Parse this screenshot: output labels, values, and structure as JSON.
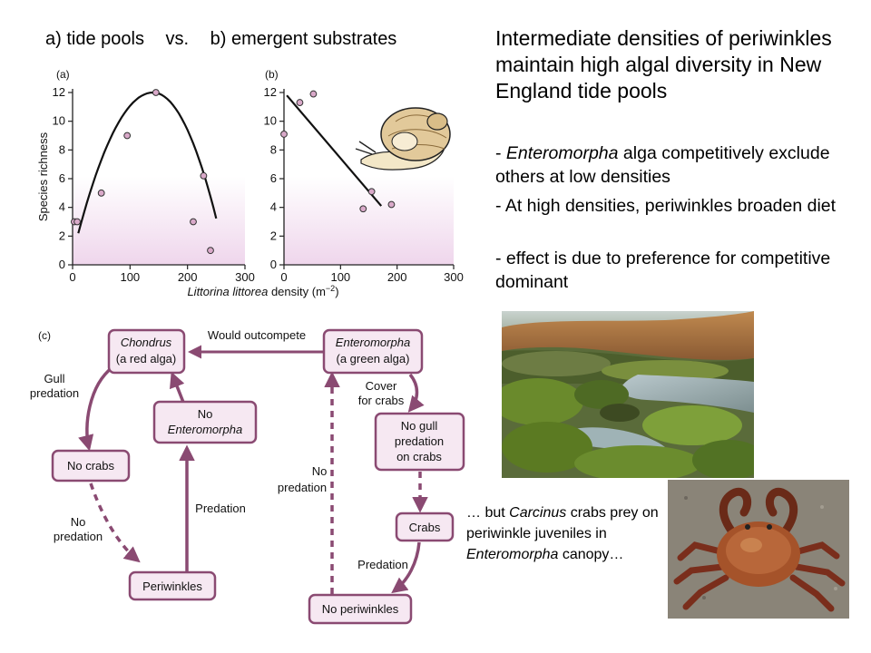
{
  "header": {
    "label_a": "a) tide pools",
    "vs": "vs.",
    "label_b": "b) emergent substrates"
  },
  "main_title": "Intermediate densities of periwinkles maintain high algal diversity in New England tide pools",
  "bullets": [
    {
      "prefix": "- ",
      "italic": "Enteromorpha",
      "rest": " alga competitively exclude others at low densities"
    },
    {
      "prefix": "",
      "italic": "",
      "rest": "- At high densities, periwinkles broaden diet"
    },
    {
      "prefix": "",
      "italic": "",
      "rest": "- effect is due to preference for competitive dominant"
    }
  ],
  "chart_data": [
    {
      "type": "scatter",
      "panel": "(a)",
      "ylabel": "Species richness",
      "xlim": [
        0,
        300
      ],
      "ylim": [
        0,
        12
      ],
      "x_ticks": [
        "0",
        "100",
        "200",
        "300"
      ],
      "y_ticks": [
        "0",
        "2",
        "4",
        "6",
        "8",
        "10",
        "12"
      ],
      "points": [
        [
          3,
          3
        ],
        [
          8,
          3
        ],
        [
          50,
          5
        ],
        [
          95,
          9
        ],
        [
          145,
          12
        ],
        [
          210,
          3
        ],
        [
          228,
          6.2
        ],
        [
          240,
          1
        ]
      ],
      "fit": "hump-shaped curve"
    },
    {
      "type": "scatter",
      "panel": "(b)",
      "xlim": [
        0,
        300
      ],
      "ylim": [
        0,
        12
      ],
      "x_ticks": [
        "0",
        "100",
        "200",
        "300"
      ],
      "y_ticks": [
        "0",
        "2",
        "4",
        "6",
        "8",
        "10",
        "12"
      ],
      "points": [
        [
          0,
          9.1
        ],
        [
          28,
          11.3
        ],
        [
          52,
          11.9
        ],
        [
          140,
          3.9
        ],
        [
          155,
          5.1
        ],
        [
          190,
          4.2
        ]
      ],
      "fit": "decreasing line"
    }
  ],
  "shared_xlabel_italic": "Littorina littorea",
  "shared_xlabel_rest": " density (m",
  "shared_xlabel_sup": "−2",
  "shared_xlabel_end": ")",
  "flow": {
    "panel": "(c)",
    "nodes": {
      "chondrus": {
        "line1": "Chondrus",
        "line2": "(a red alga)"
      },
      "enteromorpha": {
        "line1": "Enteromorpha",
        "line2": "(a green alga)"
      },
      "no_enteromorpha": {
        "line1": "No",
        "line2": "Enteromorpha"
      },
      "no_crabs": {
        "line1": "No crabs"
      },
      "no_gull": {
        "line1": "No gull",
        "line2": "predation",
        "line3": "on crabs"
      },
      "crabs": {
        "line1": "Crabs"
      },
      "periwinkles": {
        "line1": "Periwinkles"
      },
      "no_periwinkles": {
        "line1": "No periwinkles"
      }
    },
    "edges": {
      "would_outcompete": "Would outcompete",
      "gull_1": "Gull",
      "gull_2": "predation",
      "cover_1": "Cover",
      "cover_2": "for crabs",
      "no_pred_left_1": "No",
      "no_pred_left_2": "predation",
      "predation_mid": "Predation",
      "no_pred_center_1": "No",
      "no_pred_center_2": "predation",
      "predation_right": "Predation"
    }
  },
  "crab_caption": {
    "pre": "… but ",
    "italic1": "Carcinus",
    "mid": " crabs prey on periwinkle juveniles in ",
    "italic2": "Enteromorpha",
    "post": " canopy…"
  },
  "colors": {
    "flow_stroke": "#8a4a72",
    "node_fill": "#f6e8f2",
    "plot_gradient": "#efd6ec"
  }
}
